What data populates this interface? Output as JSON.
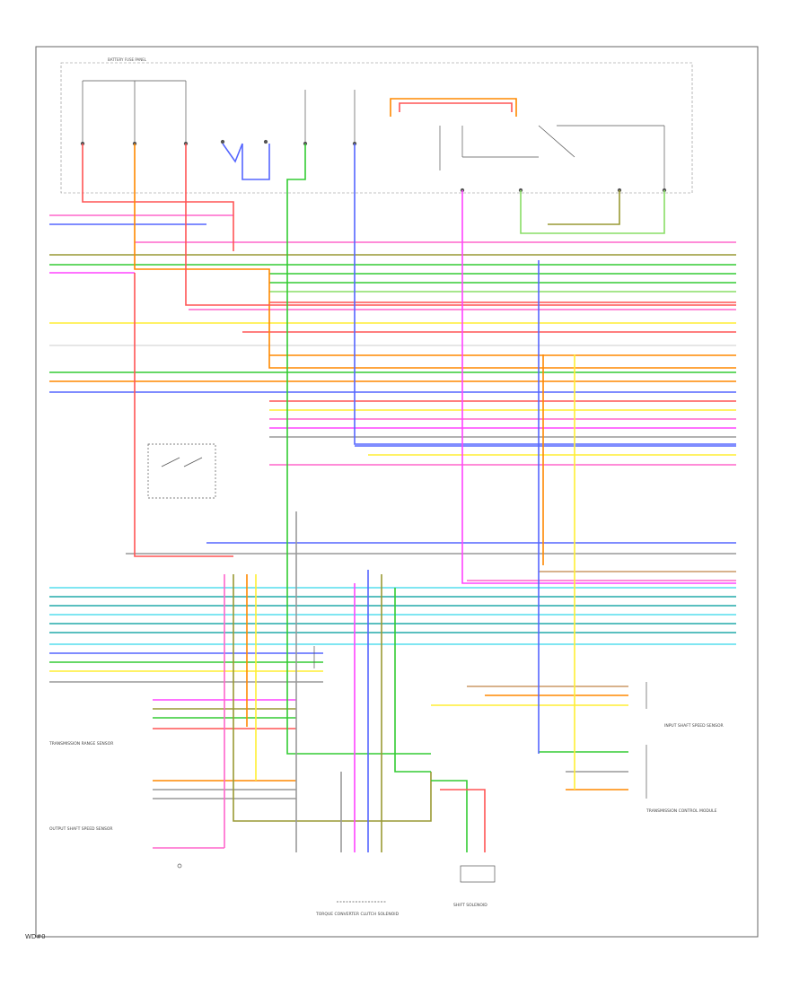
{
  "diagram": {
    "fuse_box_title": "BATTERY FUSE PANEL",
    "footer_code": "WD#0",
    "connector_labels": {
      "left_mid": "TRANSMISSION RANGE SENSOR",
      "left_lower": "OUTPUT SHAFT SPEED SENSOR",
      "bottom_center": "TORQUE CONVERTER CLUTCH SOLENOID",
      "bottom_right_center": "SHIFT SOLENOID",
      "right_lower_a": "INPUT SHAFT SPEED SENSOR",
      "right_lower_b": "TRANSMISSION CONTROL MODULE"
    }
  },
  "colors": {
    "frame": "#666666",
    "red": "#ff5555",
    "pink": "#ff66cc",
    "magenta": "#ff44ff",
    "orange": "#ff8800",
    "yellow": "#ffee33",
    "green": "#33cc33",
    "lightgreen": "#88dd66",
    "olive": "#999933",
    "blue": "#5566ff",
    "cyan": "#55ddee",
    "teal": "#22aaaa",
    "gray": "#999999",
    "tan": "#cc9966",
    "violet": "#aa66ff"
  }
}
